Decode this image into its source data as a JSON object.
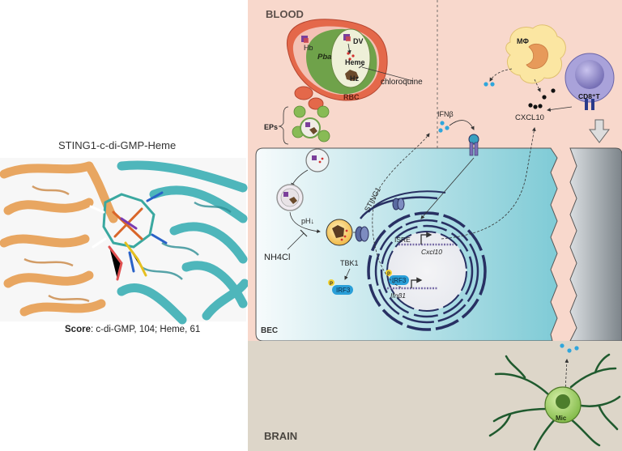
{
  "left_panel": {
    "title": "STING1-c-di-GMP-Heme",
    "score_label": "Score",
    "score_text": ": c-di-GMP, 104; Heme, 61"
  },
  "compartments": {
    "blood": "BLOOD",
    "bec": "BEC",
    "brain": "BRAIN"
  },
  "labels": {
    "hb": "Hb",
    "pba": "Pba",
    "dv": "DV",
    "heme": "Heme",
    "hz": "Hz",
    "chloroquine": "chloroquine",
    "rbc": "RBC",
    "eps": "EPs",
    "ifnb": "IFNβ",
    "macrophage": "MΦ",
    "cd8t": "CD8⁺T",
    "cxcl10": "CXCL10",
    "ph": "pH↓",
    "nh4cl": "NH4Cl",
    "sting1": "STING1",
    "tbk1": "TBK1",
    "irf3": "IRF3",
    "p": "P",
    "isre": "ISRE",
    "cxcl10_gene": "Cxcl10",
    "ifnb1_gene": "Ifnβ1",
    "mic": "Mic"
  },
  "colors": {
    "blood_bg": "#f8d8cc",
    "bec_bg_start": "#f6fbfc",
    "bec_bg_end": "#7ecad6",
    "brain_bg": "#ddd6c9",
    "protein_orange": "#e8a25a",
    "protein_teal": "#46b3b8",
    "parasite_green": "#6fa24a",
    "rbc_red": "#e4684a",
    "dot_blue": "#2fa6dc",
    "irf3_blue": "#2a9fd8",
    "microglia_green": "#9bc95a"
  }
}
